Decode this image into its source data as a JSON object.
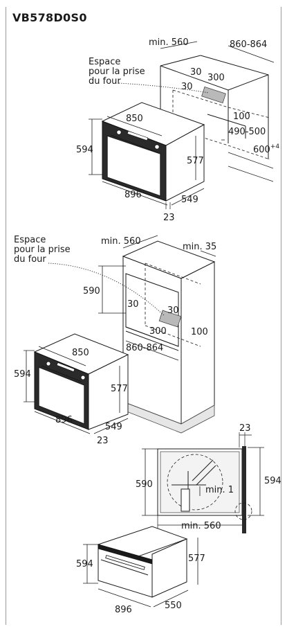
{
  "model": "VB578D0S0",
  "diagram_1": {
    "cabinet_width": "min. 560",
    "cabinet_depth": "860-864",
    "socket_note_line1": "Espace",
    "socket_note_line2": "pour la prise",
    "socket_note_line3": "du four",
    "socket_offset_top": "30",
    "socket_offset_side": "30",
    "socket_width": "300",
    "socket_height": "100",
    "niche_depth": "490-500",
    "niche_height_base": "600",
    "niche_height_sup": "+4",
    "oven_width": "850",
    "oven_height": "594",
    "oven_door_height": "577",
    "oven_outer_width": "896",
    "oven_depth": "549",
    "oven_front": "23"
  },
  "diagram_2": {
    "socket_note_line1": "Espace",
    "socket_note_line2": "pour la prise",
    "socket_note_line3": "du four",
    "cabinet_width": "min. 560",
    "cabinet_side": "min. 35",
    "niche_height": "590",
    "socket_offset_left": "30",
    "socket_offset_right": "30",
    "socket_width": "300",
    "socket_height": "100",
    "niche_depth": "860-864",
    "oven_width": "850",
    "oven_height": "594",
    "oven_door_height": "577",
    "oven_outer_width": "896",
    "oven_depth": "549",
    "oven_front": "23"
  },
  "diagram_3": {
    "front_panel": "23",
    "niche_height": "590",
    "oven_height": "594",
    "gap": "min. 1",
    "niche_depth": "min. 560",
    "oven_height_2": "594",
    "oven_door_height": "577",
    "oven_width": "896",
    "oven_depth": "550"
  }
}
